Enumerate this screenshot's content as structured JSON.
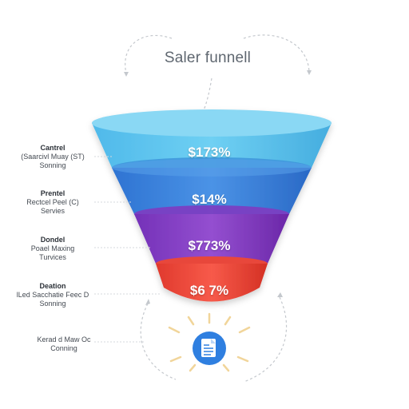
{
  "title": "Saler funnell",
  "stages": [
    {
      "value": "$173%",
      "lines": [
        "Cantrel",
        "(Saarcivl Muay (ST)",
        "Sonning"
      ],
      "color_top": "#8fdcf5",
      "color_main": "#5cc4ee",
      "color_dark": "#3aa9dd"
    },
    {
      "value": "$14%",
      "lines": [
        "Prentel",
        "Rectcel Peel (C)",
        "Servies"
      ],
      "color_top": "#6fb6f0",
      "color_main": "#3f86df",
      "color_dark": "#2b6cc8"
    },
    {
      "value": "$773%",
      "lines": [
        "Dondel",
        "Poael Maxing",
        "Turvices"
      ],
      "color_top": "#a771d8",
      "color_main": "#8a42c7",
      "color_dark": "#6c2aa8"
    },
    {
      "value": "$6 7%",
      "lines": [
        "Deation",
        "lLed Sacchatie Feec D",
        "Sonning"
      ],
      "color_top": "#ff8a7a",
      "color_main": "#f2473b",
      "color_dark": "#d83228"
    }
  ],
  "bottom": {
    "lines": [
      "Kerad d Maw Oc",
      "Conning"
    ]
  },
  "icons": {
    "bottom": "document-icon"
  },
  "colors": {
    "accent": "#2f7fe0",
    "ray": "#f3d79a",
    "connector": "#c4c8cd"
  }
}
